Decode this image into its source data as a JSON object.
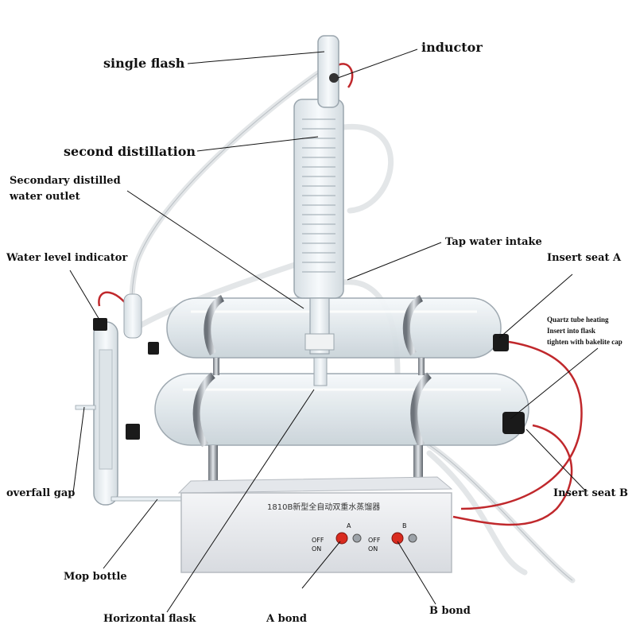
{
  "labels": {
    "single_flash": "single flash",
    "inductor": "inductor",
    "second_distillation": "second distillation",
    "secondary_outlet_line1": "Secondary distilled",
    "secondary_outlet_line2": "water outlet",
    "tap_water_intake": "Tap water intake",
    "water_level_indicator": "Water level indicator",
    "insert_seat_a": "Insert seat A",
    "quartz_line1": "Quartz tube heating",
    "quartz_line2": "Insert into flask",
    "quartz_line3": "tighten with bakelite cap",
    "overfall_gap": "overfall gap",
    "insert_seat_b": "Insert seat B",
    "mop_bottle": "Mop bottle",
    "horizontal_flask": "Horizontal flask",
    "a_bond": "A bond",
    "b_bond": "B bond"
  },
  "device": {
    "model_label": "1810B新型全自动双重水蒸馏器",
    "switch_a_letter": "A",
    "switch_b_letter": "B",
    "off_label": "OFF",
    "on_label": "ON"
  },
  "colors": {
    "glass": "#e8eef2",
    "glass_edge": "#9aa5ad",
    "cap": "#1a1a1a",
    "wire_red": "#c0282c",
    "button_red": "#d92b1f",
    "housing": "#eef0f3"
  }
}
